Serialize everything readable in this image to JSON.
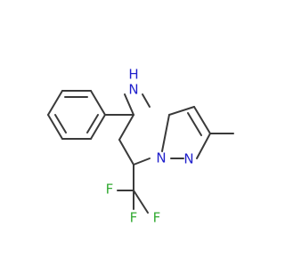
{
  "molecule": {
    "atoms": {
      "nh_label": "N",
      "nh_hydrogen": "H",
      "n_bridge": "N",
      "n_pyrazole": "N",
      "f_top": "F",
      "f_left": "F",
      "f_right": "F"
    },
    "colors": {
      "bond": "#3a3a3a",
      "nitrogen": "#1f1fcc",
      "fluorine": "#33aa33"
    }
  }
}
